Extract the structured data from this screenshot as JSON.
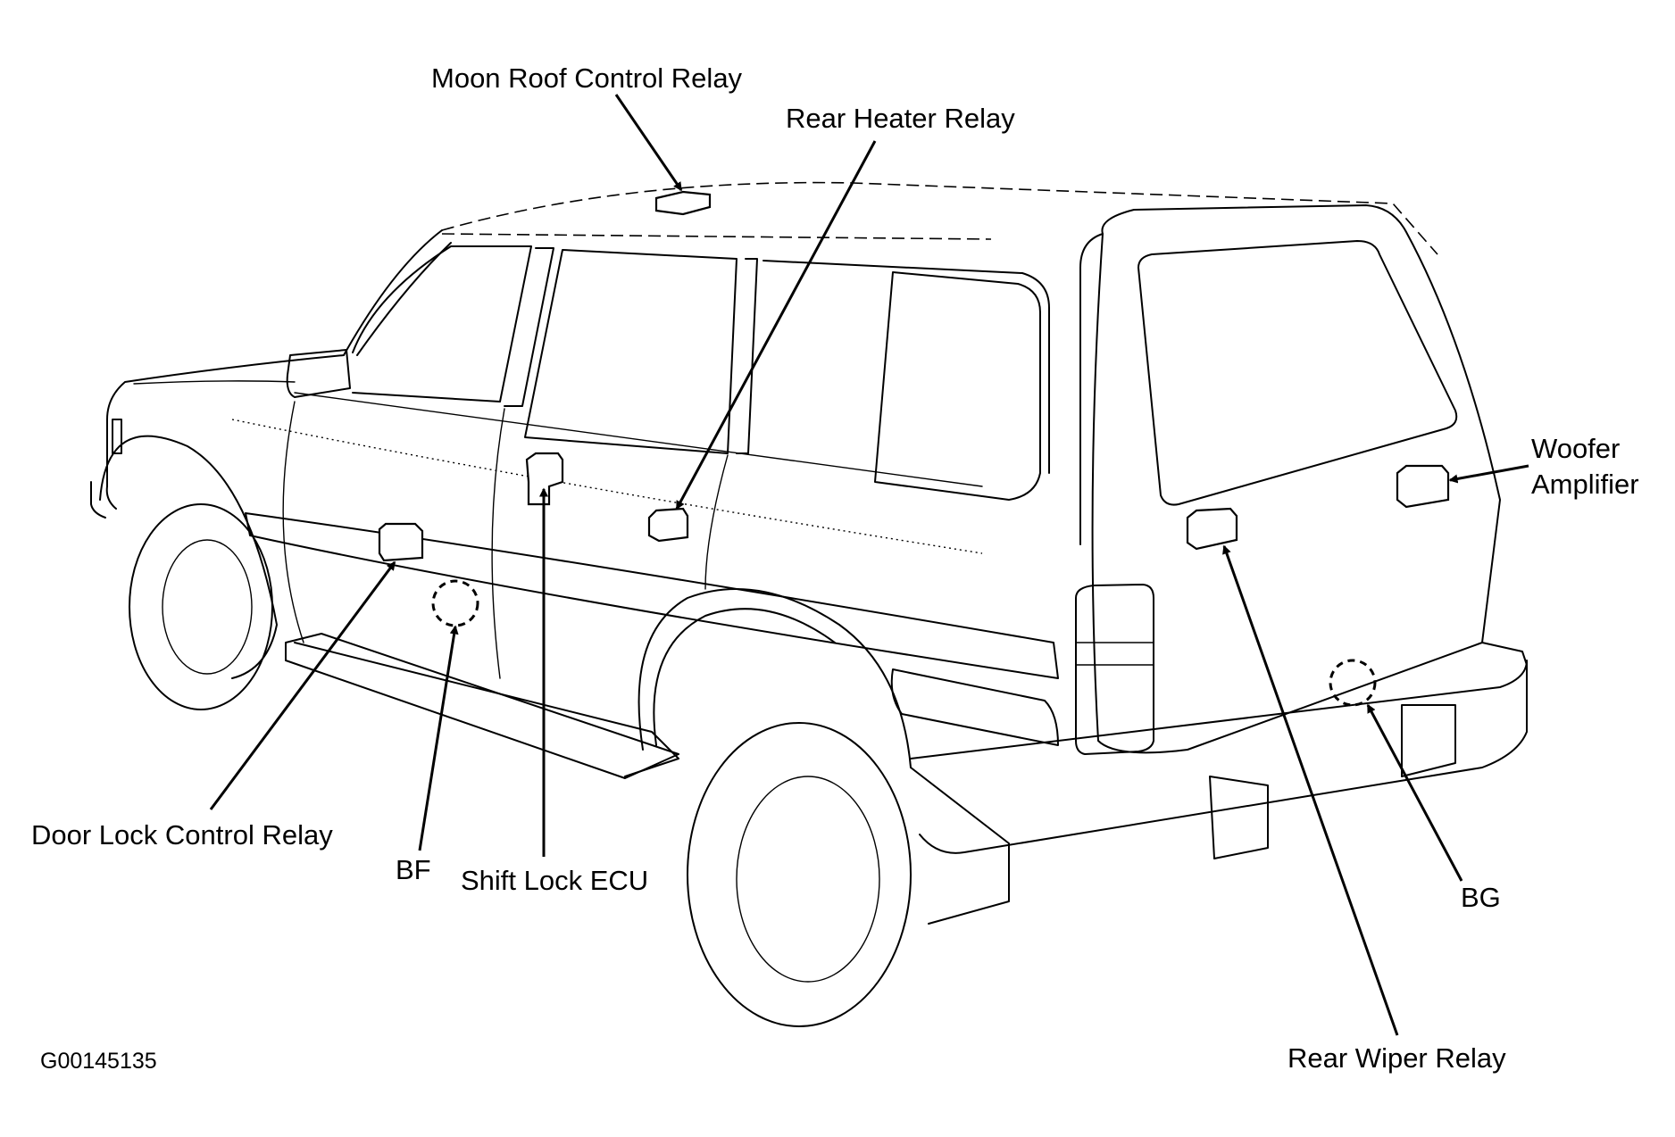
{
  "figure_id": "G00145135",
  "labels": {
    "moon_roof_control_relay": "Moon Roof Control Relay",
    "rear_heater_relay": "Rear Heater Relay",
    "woofer_amplifier_line1": "Woofer",
    "woofer_amplifier_line2": "Amplifier",
    "door_lock_control_relay": "Door Lock Control Relay",
    "bf": "BF",
    "shift_lock_ecu": "Shift Lock ECU",
    "bg": "BG",
    "rear_wiper_relay": "Rear Wiper Relay"
  },
  "colors": {
    "line": "#000000",
    "background": "#ffffff"
  }
}
